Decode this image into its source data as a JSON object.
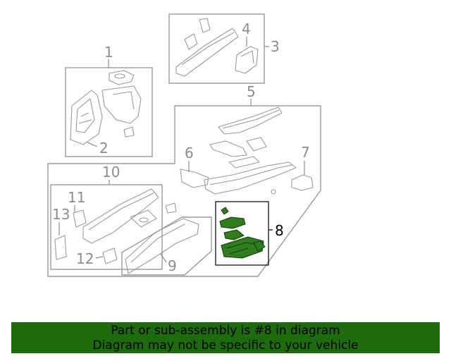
{
  "diagram": {
    "callouts": {
      "c1": "1",
      "c2": "2",
      "c3": "3",
      "c4": "4",
      "c5": "5",
      "c6": "6",
      "c7": "7",
      "c8": "8",
      "c9": "9",
      "c10": "10",
      "c11": "11",
      "c12": "12",
      "c13": "13"
    },
    "highlighted_part": "8",
    "highlight_color": "#2f7d1e"
  },
  "banner": {
    "line1": "Part or sub-assembly is #8 in diagram",
    "line2": "Diagram may not be specific to your vehicle",
    "background": "#1d6b0d"
  }
}
